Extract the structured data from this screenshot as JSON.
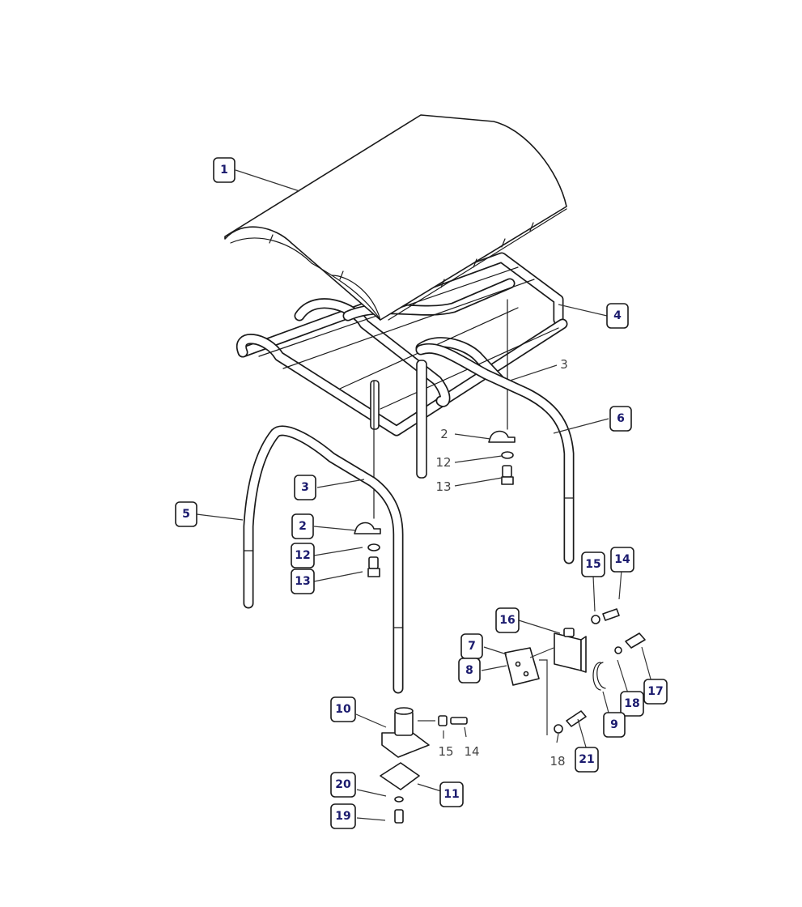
{
  "callouts": {
    "c1": "1",
    "c4": "4",
    "c6": "6",
    "c3a": "3",
    "c5": "5",
    "c2": "2",
    "c12": "12",
    "c13": "13",
    "c15": "15",
    "c14": "14",
    "c16": "16",
    "c7": "7",
    "c8": "8",
    "c17": "17",
    "c18": "18",
    "c9": "9",
    "c21": "21",
    "c10": "10",
    "c20": "20",
    "c11": "11",
    "c19": "19"
  },
  "plain_labels": {
    "p3": "3",
    "p2": "2",
    "p12": "12",
    "p13": "13",
    "p15": "15",
    "p14": "14",
    "p18": "18"
  }
}
